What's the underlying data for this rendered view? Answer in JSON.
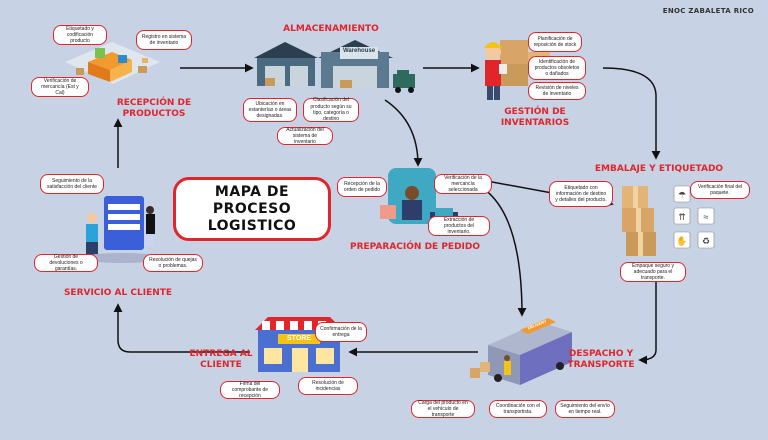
{
  "author": "ENOC ZABALETA RICO",
  "title": "MAPA DE PROCESO LOGISTICO",
  "sections": {
    "recepcion": "RECEPCIÓN DE PRODUCTOS",
    "almacenamiento": "ALMACENAMIENTO",
    "gestion": "GESTIÓN DE INVENTARIOS",
    "embalaje": "EMBALAJE Y ETIQUETADO",
    "preparacion": "PREPARACIÓN DE PEDIDO",
    "despacho": "DESPACHO Y TRANSPORTE",
    "entrega": "ENTREGA AL CLIENTE",
    "servicio": "SERVICIO AL CLIENTE"
  },
  "notes": {
    "etiquetado": "Etiquetado y codificación producto",
    "registro": "Registro en sistema de inventario",
    "verificacion_mercancia": "Verificación de mercancía (Est y Cal)",
    "ubicacion": "Ubicación en estanterías o áreas designadas.",
    "clasificacion": "Clasificación del producto según su tipo, categoría o destino",
    "actualizacion": "Actualización del sistema de inventario",
    "planificacion": "Planificación de reposición de stock",
    "identificacion": "Identificación de productos obsoletos o dañados",
    "revision": "Revisión de niveles de inventario",
    "etiquetado_info": "Etiquetado con información de destino y detalles del producto.",
    "verificacion_paquete": "Verificación final del paquete.",
    "empaque": "Empaque seguro y adecuado para el transporte.",
    "recepcion_orden": "Recepción de la orden de pedido",
    "verificacion_seleccionada": "Verificación de la mercancía seleccionada",
    "extraccion": "Extracción de productos del inventario.",
    "carga": "Carga del producto en el vehículo de transporte",
    "coordinacion": "Coordinación con el transportista.",
    "seguimiento_envio": "Seguimiento del envío en tiempo real.",
    "confirmacion": "Confirmación de la entrega",
    "firma": "Firma del comprobante de recepción",
    "resolucion_incidencias": "Resolución de incidencias",
    "seguimiento_satisfaccion": "Seguimiento de la satisfacción del cliente",
    "gestion_devoluciones": "Gestión de devoluciones o garantías.",
    "resolucion_quejas": "Resolución de quejas o problemas."
  },
  "labels": {
    "warehouse": "Warehouse",
    "store": "STORE",
    "delivery": "DELIVERY"
  },
  "colors": {
    "background": "#c7d2e4",
    "accent": "#e0252b",
    "arrow": "#111111"
  }
}
